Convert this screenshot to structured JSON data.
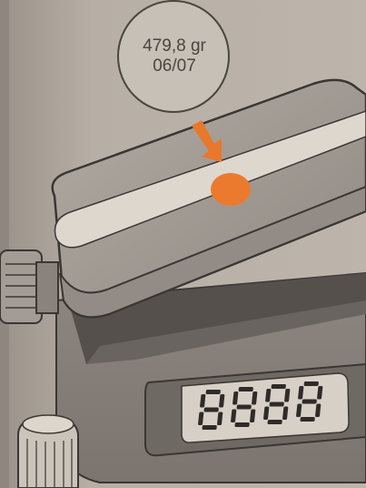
{
  "callout": {
    "weight": "479,8 gr",
    "date": "06/07"
  },
  "display": {
    "digits": [
      "8",
      "8",
      "8",
      "8"
    ],
    "segment_color": "#2e2b29",
    "lcd_color": "#d6d0c7"
  },
  "colors": {
    "indicator": "#ec7a2e",
    "arrow": "#e8782c",
    "background": "#b0a89e",
    "device_body": "#8c8580",
    "device_top": "#a59e97",
    "light_band": "#ddd7ce"
  }
}
